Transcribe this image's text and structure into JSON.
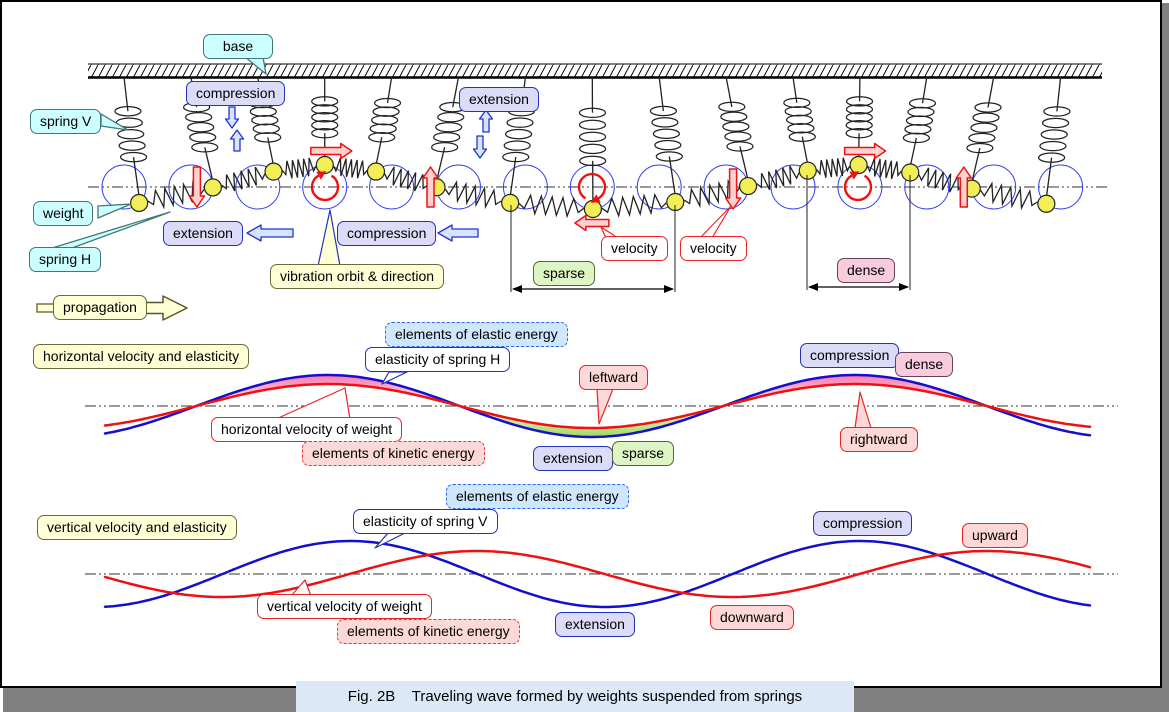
{
  "caption": "Fig. 2B    Traveling wave formed by weights suspended from springs",
  "colors": {
    "shadow": "#808080",
    "cyan_bg": "#ccffff",
    "cyan_border": "#447777",
    "lavender_bg": "#dcdcf8",
    "lavender_border": "#2233bb",
    "yellow_bg": "#ffffd6",
    "yellow_border": "#6b6b3a",
    "green_bg": "#ddf5c4",
    "green_border": "#556633",
    "pink_bg": "#f8ccdd",
    "pink_border": "#664455",
    "bluedash_bg": "#cfe7fc",
    "bluedash_border": "#3366ee",
    "reddash_bg": "#fcd9d9",
    "reddash_border": "#ee3333",
    "redcallout_bg": "#fdd8d8",
    "redcallout_border": "#ee2222",
    "caption_bg": "#dce8f5",
    "blue_curve": "#1111cc",
    "red_curve": "#ee1111",
    "crest_fill": "#ff4f92",
    "trough_fill": "#8fce3a",
    "weight_fill": "#f2ee55",
    "orbit_stroke": "#3344ee",
    "blue_arrow_fill": "#d6e4ff",
    "blue_arrow_stroke": "#2233cc",
    "red_arrow_fill": "#ffd2d2",
    "red_arrow_stroke": "#ee1111",
    "spring_stroke": "#222222"
  },
  "top": {
    "labels": {
      "base": "base",
      "spring_v": "spring V",
      "weight": "weight",
      "spring_h": "spring H",
      "compression_v": "compression",
      "extension_v": "extension",
      "extension_h": "extension",
      "compression_h": "compression",
      "vibration": "vibration orbit & direction",
      "velocity_left": "velocity",
      "velocity_down": "velocity",
      "sparse": "sparse",
      "dense": "dense",
      "propagation": "propagation"
    },
    "wave": {
      "anchor_start_x": 124,
      "anchor_spacing": 66.9,
      "anchor_count": 15,
      "baseline_y": 187,
      "orbit_radius": 22,
      "weight_radius": 8.5,
      "crest_x": 325,
      "wavelength": 530,
      "base_y": 64,
      "base_x1": 88,
      "base_x2": 1102
    }
  },
  "middle": {
    "labels": {
      "title": "horizontal velocity and elasticity",
      "elastic_energy": "elements of elastic energy",
      "spring_h": "elasticity of spring H",
      "velocity_weight": "horizontal velocity of weight",
      "kinetic_energy": "elements of kinetic energy",
      "leftward": "leftward",
      "extension": "extension",
      "sparse": "sparse",
      "compression": "compression",
      "dense": "dense",
      "rightward": "rightward"
    }
  },
  "bottom": {
    "labels": {
      "title": "vertical velocity and elasticity",
      "elastic_energy": "elements of elastic energy",
      "spring_v": "elasticity of spring V",
      "velocity_weight": "vertical velocity of weight",
      "kinetic_energy": "elements of kinetic energy",
      "extension": "extension",
      "compression": "compression",
      "downward": "downward",
      "upward": "upward"
    }
  },
  "chart_data": [
    {
      "type": "line",
      "title": "horizontal velocity and elasticity",
      "baseline_y": 406,
      "x_range": [
        105,
        1090
      ],
      "wavelength": 527,
      "series": [
        {
          "name": "elasticity of spring H",
          "color": "#1111cc",
          "amplitude": 31,
          "crest_x": 328
        },
        {
          "name": "horizontal velocity of weight",
          "color": "#ee1111",
          "amplitude": 22,
          "crest_x": 328
        }
      ],
      "fills": [
        {
          "from": 196,
          "to": 460,
          "kind": "crest"
        },
        {
          "from": 460,
          "to": 723,
          "kind": "trough"
        },
        {
          "from": 723,
          "to": 987,
          "kind": "crest"
        }
      ],
      "annotations": [
        "elements of elastic energy",
        "elements of kinetic energy",
        "leftward",
        "rightward",
        "extension",
        "sparse",
        "compression",
        "dense"
      ]
    },
    {
      "type": "line",
      "title": "vertical velocity and elasticity",
      "baseline_y": 574,
      "x_range": [
        105,
        1090
      ],
      "wavelength": 510,
      "series": [
        {
          "name": "elasticity of spring V",
          "color": "#1111cc",
          "amplitude": 33,
          "crest_x": 350
        },
        {
          "name": "vertical velocity of weight",
          "color": "#ee1111",
          "amplitude": 23,
          "crest_x": 477
        }
      ],
      "fills": [],
      "annotations": [
        "elements of elastic energy",
        "elements of kinetic energy",
        "extension",
        "compression",
        "downward",
        "upward"
      ]
    }
  ]
}
